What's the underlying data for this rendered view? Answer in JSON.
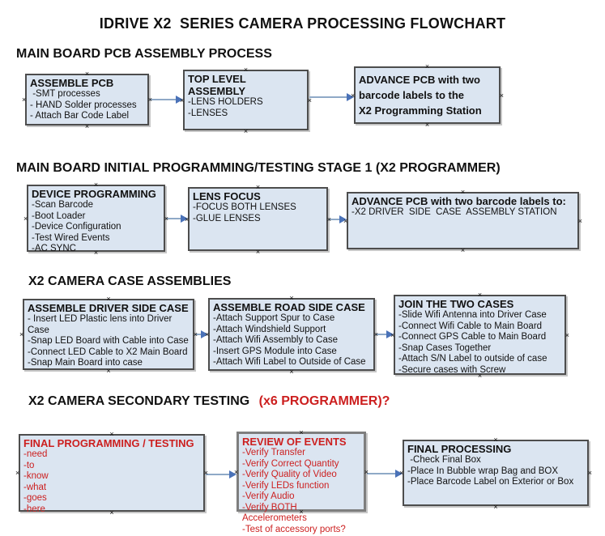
{
  "page_title": "IDRIVE X2  SERIES CAMERA PROCESSING FLOWCHART",
  "decorations": {
    "selection_handle_glyph": "×"
  },
  "colors": {
    "box_fill": "#dbe5f1",
    "box_border": "#4d4d4d",
    "thick_border": "#7e7e7e",
    "red_text": "#cc1f1f",
    "arrow_line": "#8fa9c7",
    "arrow_head": "#4a72b8"
  },
  "sections": [
    {
      "header": "MAIN BOARD PCB ASSEMBLY PROCESS",
      "boxes": [
        {
          "title": "ASSEMBLE PCB",
          "items": [
            " -SMT processes",
            "- HAND Solder processes",
            "- Attach Bar Code Label"
          ]
        },
        {
          "title": "TOP LEVEL ASSEMBLY",
          "items": [
            "-LENS HOLDERS",
            "-LENSES"
          ]
        },
        {
          "title": "ADVANCE PCB with two\nbarcode labels to the\n X2 Programming Station",
          "items": []
        }
      ]
    },
    {
      "header": "MAIN BOARD INITIAL PROGRAMMING/TESTING STAGE 1 (X2 PROGRAMMER)",
      "boxes": [
        {
          "title": "DEVICE PROGRAMMING",
          "items": [
            "-Scan Barcode",
            "-Boot Loader",
            "-Device Configuration",
            "-Test Wired Events",
            "-AC SYNC"
          ]
        },
        {
          "title": "LENS FOCUS",
          "items": [
            "-FOCUS BOTH LENSES",
            "-GLUE LENSES"
          ]
        },
        {
          "title": "ADVANCE PCB with two barcode labels to:",
          "items": [
            "-X2 DRIVER  SIDE  CASE  ASSEMBLY STATION"
          ]
        }
      ]
    },
    {
      "header": "X2 CAMERA CASE ASSEMBLIES",
      "boxes": [
        {
          "title": "ASSEMBLE DRIVER SIDE CASE",
          "items": [
            "- Insert LED Plastic lens into Driver Case",
            "-Snap LED Board with Cable into Case",
            "-Connect LED Cable to X2 Main Board",
            "-Snap Main Board into case"
          ]
        },
        {
          "title": "ASSEMBLE ROAD SIDE CASE",
          "items": [
            "-Attach Support Spur to Case",
            "-Attach Windshield Support",
            "-Attach Wifi Assembly to Case",
            "-Insert GPS Module into Case",
            "-Attach Wifi Label to Outside of Case"
          ]
        },
        {
          "title": "JOIN THE TWO CASES",
          "items": [
            "-Slide Wifi Antenna into Driver Case",
            "-Connect Wifi Cable to Main Board",
            "-Connect GPS Cable to Main Board",
            "-Snap Cases Together",
            "-Attach S/N Label to outside of case",
            "-Secure cases with Screw"
          ]
        }
      ]
    },
    {
      "header": "X2 CAMERA SECONDARY TESTING ",
      "header_suffix": "(x6 PROGRAMMER)?",
      "boxes": [
        {
          "title": "FINAL PROGRAMMING / TESTING",
          "items": [
            "-need",
            "-to",
            "-know",
            "-what",
            "-goes",
            "-here"
          ]
        },
        {
          "title": "REVIEW OF EVENTS",
          "items": [
            "-Verify Transfer",
            "-Verify Correct Quantity",
            "-Verify Quality of Video",
            "-Verify LEDs function",
            "-Verify Audio",
            "-Verify BOTH Accelerometers",
            "-Test of accessory ports?"
          ]
        },
        {
          "title": "FINAL PROCESSING",
          "items": [
            " -Check Final Box",
            "-Place In Bubble wrap Bag and BOX",
            "-Place Barcode Label on Exterior or Box"
          ]
        }
      ]
    }
  ]
}
